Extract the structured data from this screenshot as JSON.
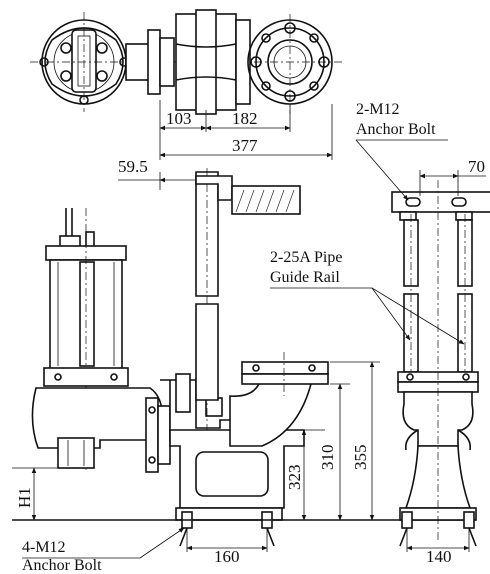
{
  "dimensions": {
    "top_103": "103",
    "top_182": "182",
    "top_377": "377",
    "left_59_5": "59.5",
    "right_70": "70",
    "v_323": "323",
    "v_310": "310",
    "v_355": "355",
    "h1": "H1",
    "bottom_160": "160",
    "bottom_140": "140"
  },
  "notes": {
    "anchor_top_line1": "2-M12",
    "anchor_top_line2": "Anchor Bolt",
    "guide_line1": "2-25A Pipe",
    "guide_line2": "Guide Rail",
    "anchor_bottom_line1": "4-M12",
    "anchor_bottom_line2": "Anchor Bolt"
  }
}
